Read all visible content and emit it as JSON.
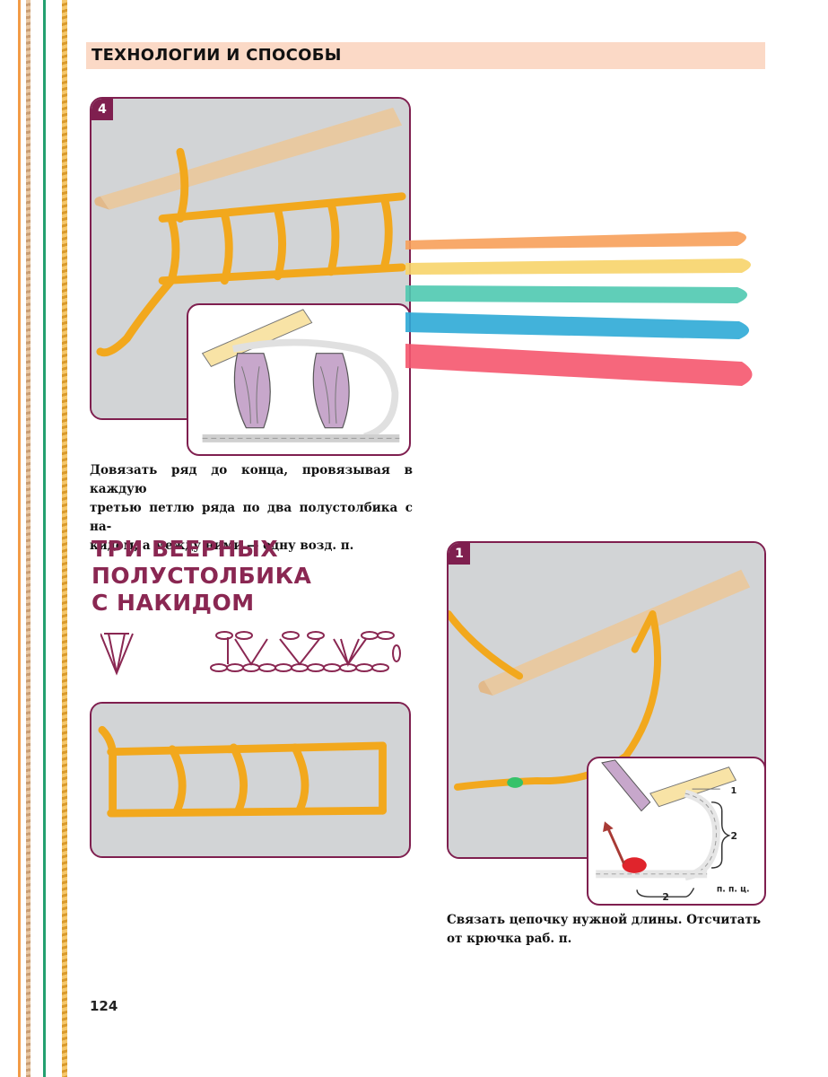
{
  "header": {
    "title": "ТЕХНОЛОГИИ И СПОСОБЫ"
  },
  "step4": {
    "badge": "4",
    "caption_lines": [
      "Довязать ряд до конца, провязывая в каждую",
      "третью петлю ряда по два полустолбика с на-",
      "кидом, а между ними — одну возд. п."
    ]
  },
  "section": {
    "title_lines": [
      "ТРИ ВЕЕРНЫХ",
      "ПОЛУСТОЛБИКА",
      "С НАКИДОМ"
    ]
  },
  "step1": {
    "badge": "1",
    "diagram_labels": {
      "one": "1",
      "two_right": "2",
      "two_bottom": "2",
      "chain": "п. п. ц."
    },
    "caption_lines": [
      "Связать цепочку нужной длины. Отсчитать",
      "от крючка раб. п."
    ]
  },
  "footer": {
    "page_number": "124"
  },
  "colors": {
    "accent": "#7f1f4f",
    "header_band": "#fbd9c6",
    "yarn": "#f2a81d",
    "diagram_yarn": "#b48ab8"
  }
}
